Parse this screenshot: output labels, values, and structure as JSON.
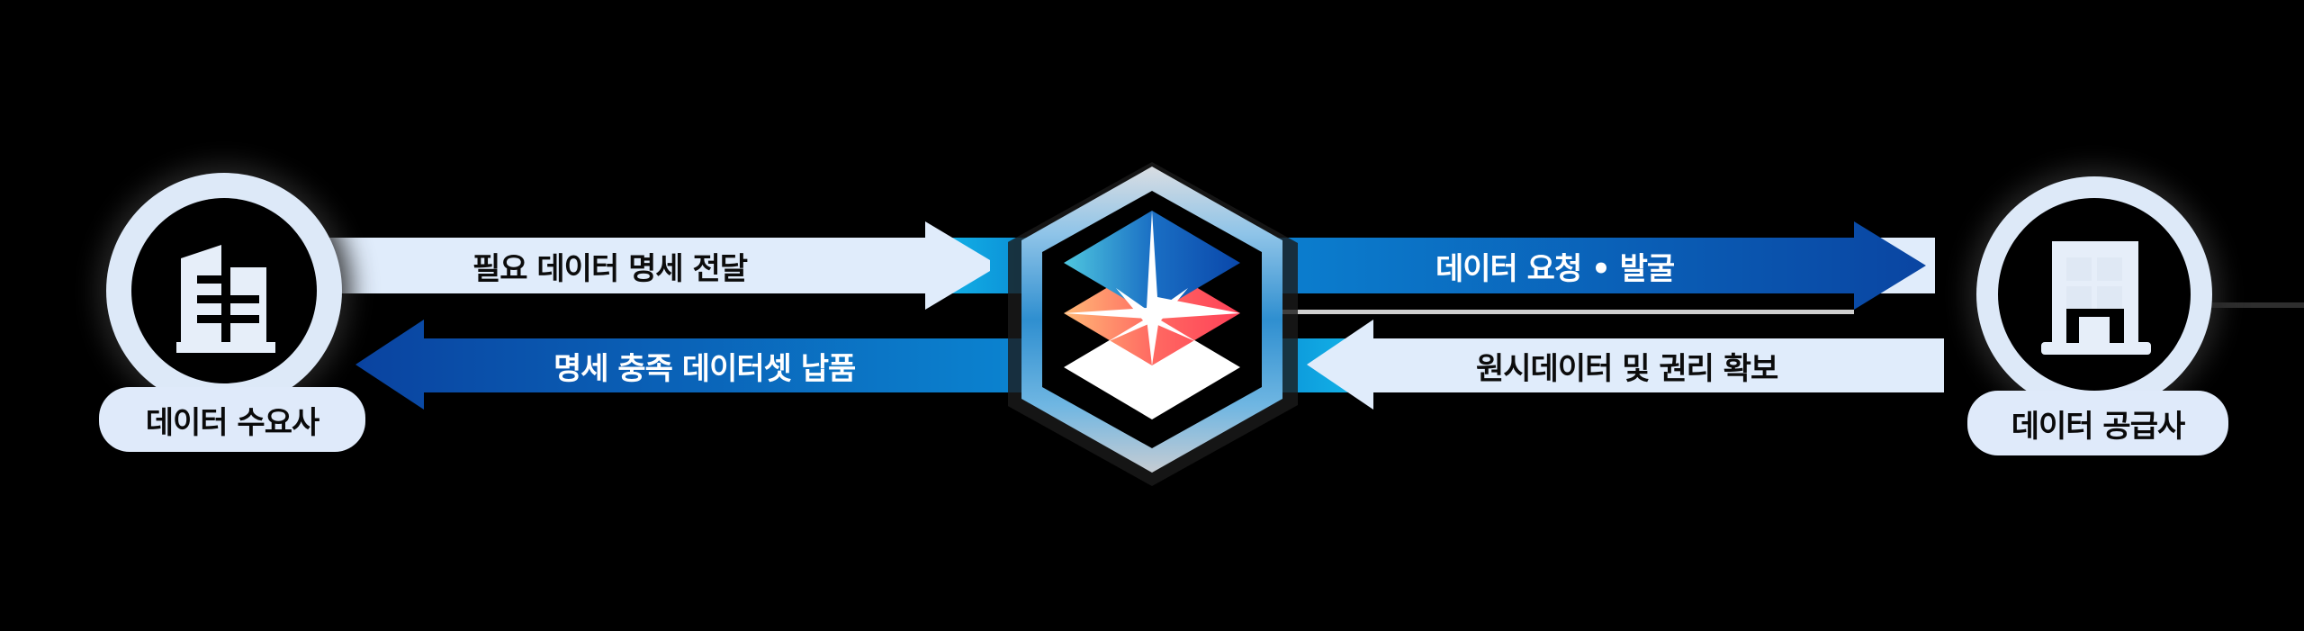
{
  "diagram": {
    "left_node": {
      "label": "데이터 수요사",
      "icon": "office-building-icon"
    },
    "right_node": {
      "label": "데이터 공급사",
      "icon": "building-door-icon"
    },
    "center_node": {
      "icon": "layered-diamonds-star-logo"
    },
    "flows": [
      {
        "id": "top-left",
        "label": "필요 데이터 명세 전달",
        "direction": "right",
        "from": "데이터 수요사",
        "to": "center"
      },
      {
        "id": "bottom-left",
        "label": "명세 충족 데이터셋 납품",
        "direction": "left",
        "from": "center",
        "to": "데이터 수요사"
      },
      {
        "id": "top-right",
        "label": "데이터 요청 • 발굴",
        "direction": "right",
        "from": "center",
        "to": "데이터 공급사"
      },
      {
        "id": "bottom-right",
        "label": "원시데이터 및 권리 확보",
        "direction": "left",
        "from": "데이터 공급사",
        "to": "center"
      }
    ],
    "colors": {
      "light_arrow": "#e0ecfb",
      "dark_blue": "#0a4aa6",
      "mid_blue": "#0a7fcf",
      "cyan": "#0ea5e0",
      "coral": "#ff5a64",
      "orange": "#ffad70"
    }
  }
}
